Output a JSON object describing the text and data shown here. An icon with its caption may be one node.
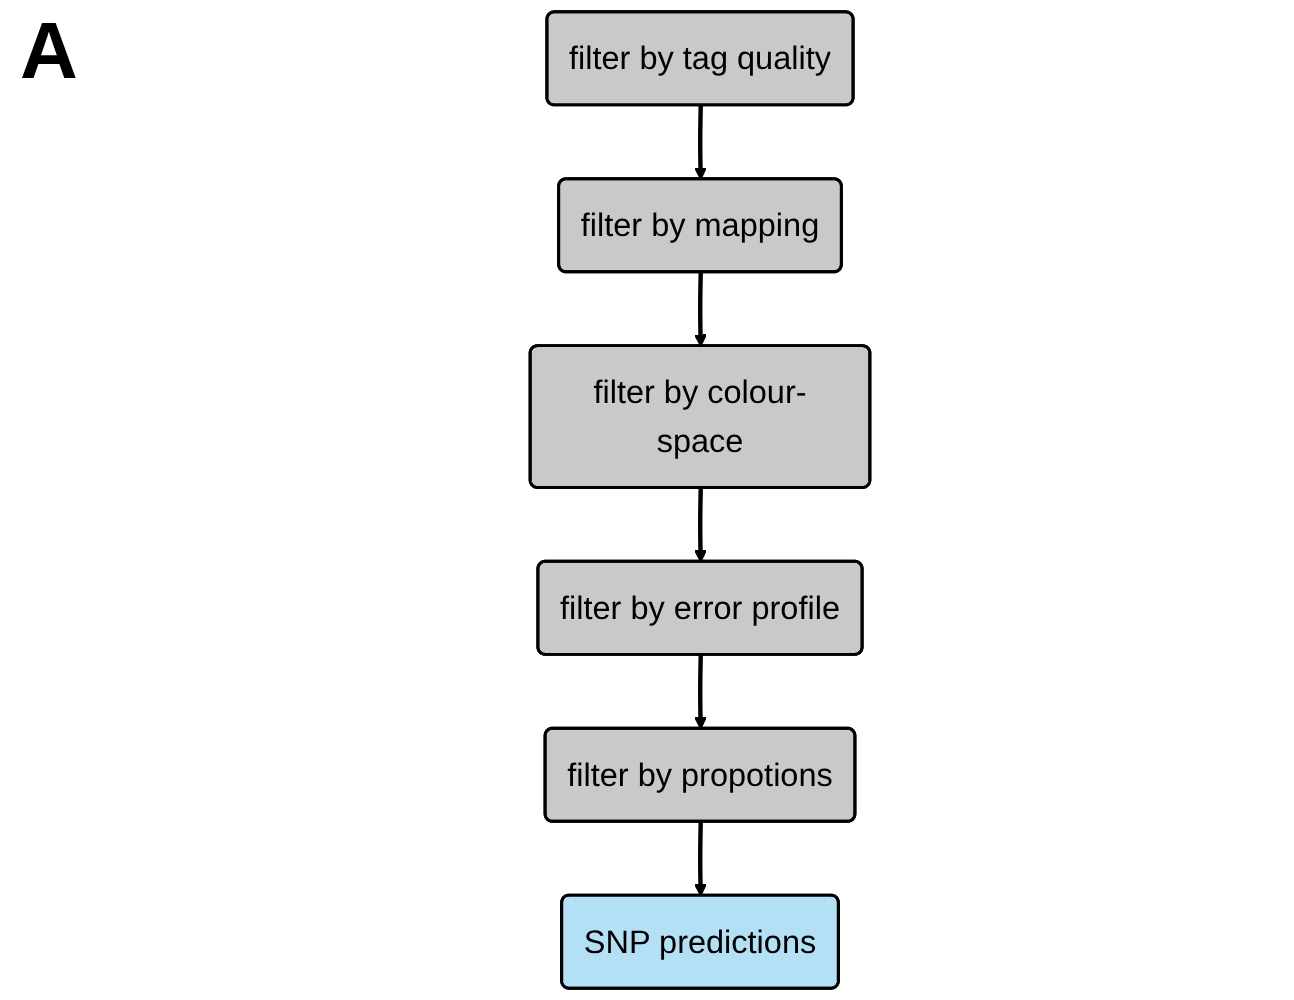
{
  "diagram": {
    "nodes": [
      {
        "text": [
          "filter by tag quality"
        ]
      },
      {
        "text": [
          "filter by mapping"
        ]
      },
      {
        "text": [
          "filter by error profile"
        ]
      },
      {
        "text": [
          "filter by colour-space"
        ]
      },
      {
        "text": [
          "filter by propotions"
        ]
      },
      {
        "text": [
          "SNP predictions"
        ]
      }
    ],
    "edges": [
      {
        "from": 0,
        "to": 1,
        "arrow": "to"
      },
      {
        "from": 1,
        "to": 3,
        "arrow": "to"
      },
      {
        "from": 3,
        "to": 2,
        "arrow": "to"
      },
      {
        "from": 2,
        "to": 4,
        "arrow": "to"
      },
      {
        "from": 4,
        "to": 5,
        "arrow": "to"
      }
    ],
    "labels": [
      "A"
    ]
  }
}
